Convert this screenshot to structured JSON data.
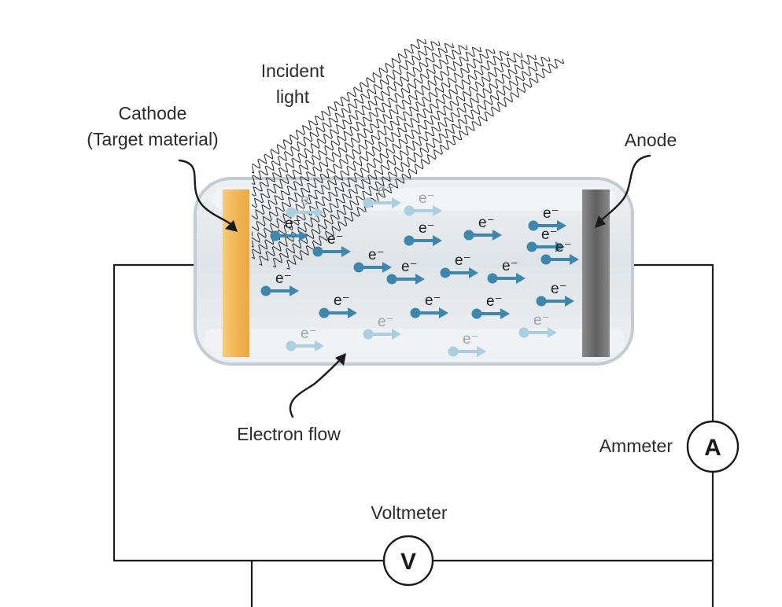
{
  "labels": {
    "incident_light_line1": "Incident",
    "incident_light_line2": "light",
    "cathode_line1": "Cathode",
    "cathode_line2": "(Target material)",
    "anode": "Anode",
    "electron_flow": "Electron flow",
    "ammeter": "Ammeter",
    "voltmeter": "Voltmeter"
  },
  "meters": {
    "ammeter_symbol": "A",
    "voltmeter_symbol": "V"
  },
  "electron_symbol": "e⁻",
  "colors": {
    "cathode": "#f2b555",
    "anode": "#6e6e6e",
    "tube_fill": "#e3e8ec",
    "tube_outline": "#c4ccd3",
    "electron_dark": "#3f86ad",
    "electron_light": "#a9cfe0",
    "wire": "#1c1c1c"
  }
}
